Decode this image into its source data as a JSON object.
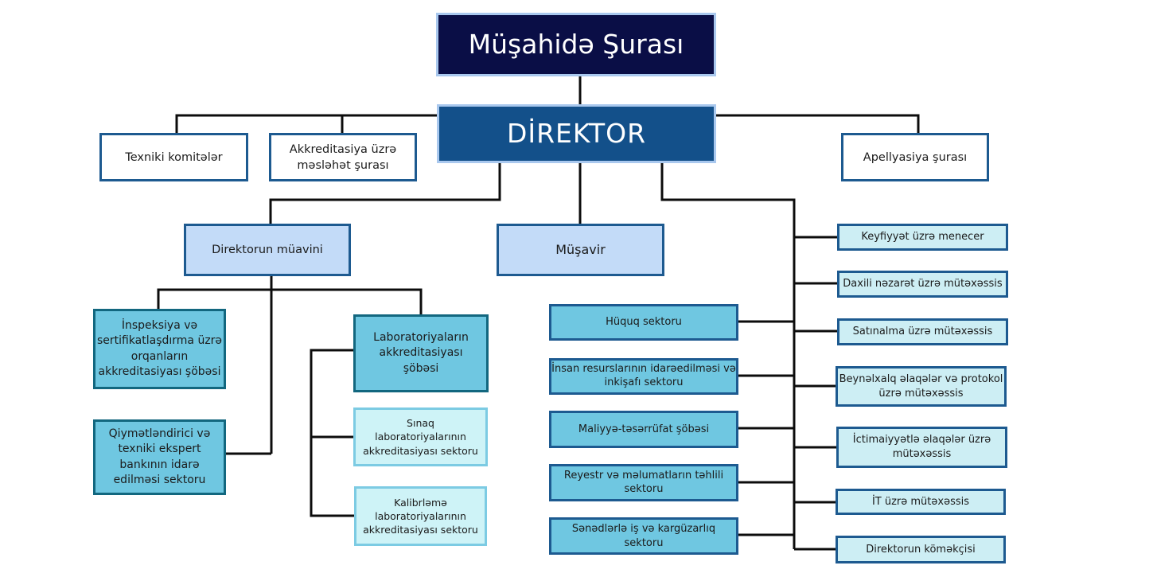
{
  "chart_title": "Organizational structure",
  "top": {
    "board": "Müşahidə Şurası",
    "director": "DİREKTOR"
  },
  "director_side_units": {
    "technical_committees": "Texniki komitələr",
    "accreditation_council": "Akkreditasiya üzrə məsləhət şurası",
    "appeals_council": "Apellyasiya şurası"
  },
  "deputy": {
    "title": "Direktorun müavini",
    "units": {
      "inspection": "İnspeksiya və sertifikatlaşdırma üzrə orqanların akkreditasiyası şöbəsi",
      "laboratories": "Laboratoriyaların akkreditasiyası şöbəsi",
      "expert_bank": "Qiymətləndirici və texniki ekspert bankının idarə edilməsi sektoru",
      "testing_labs": "Sınaq laboratoriyalarının akkreditasiyası sektoru",
      "calibration_labs": "Kalibrləmə laboratoriyalarının akkreditasiyası sektoru"
    }
  },
  "advisor": {
    "title": "Müşavir"
  },
  "sectors": [
    "Hüquq sektoru",
    "İnsan resurslarının idarəedilməsi və inkişafı sektoru",
    "Maliyyə-təsərrüfat şöbəsi",
    "Reyestr və məlumatların təhlili sektoru",
    "Sənədlərlə iş və kargüzarlıq sektoru"
  ],
  "specialists": [
    "Keyfiyyət üzrə menecer",
    "Daxili nəzarət üzrə mütəxəssis",
    "Satınalma üzrə mütəxəssis",
    "Beynəlxalq əlaqələr və protokol üzrə mütəxəssis",
    "İctimaiyyətlə əlaqələr üzrə mütəxəssis",
    "İT üzrə mütəxəssis",
    "Direktorun köməkçisi"
  ],
  "colors": {
    "board_fill": "#0a0e46",
    "director_fill": "#13508a",
    "deputy_fill": "#c3dbf8",
    "department_fill": "#6fc7e1",
    "sector_fill": "#cef3f7",
    "border": "#1d5a90"
  }
}
